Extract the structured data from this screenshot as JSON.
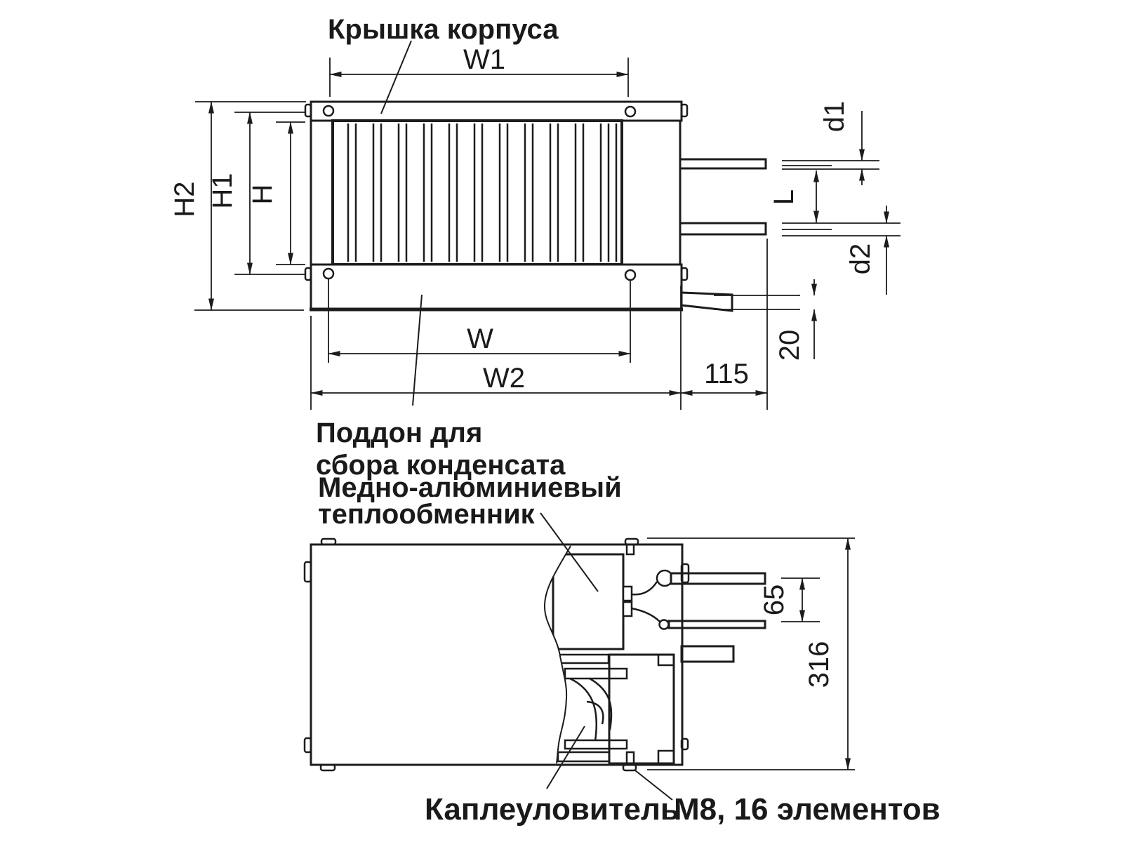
{
  "drawing": {
    "callouts": {
      "cover": "Крышка корпуса",
      "condensate_pan": [
        "Поддон для",
        "сбора конденсата"
      ],
      "heat_exchanger": [
        "Медно-алюминиевый",
        "теплообменник"
      ],
      "drop_eliminator": "Каплеуловитель",
      "elements": "М8, 16 элементов"
    },
    "dimensions": {
      "front_view": {
        "width_top": "W1",
        "width_core": "W",
        "width_overall": "W2",
        "height_core": "H",
        "height_mid": "H1",
        "height_overall": "H2",
        "pipe1_dia": "d1",
        "pipe_spacing": "L",
        "pipe2_dia": "d2",
        "drain_extension": "115",
        "drain_dia": "20"
      },
      "plan_view": {
        "pipe_spacing": "65",
        "depth_overall": "316"
      }
    },
    "colors": {
      "line": "#1c1c1c",
      "background": "#ffffff"
    }
  }
}
